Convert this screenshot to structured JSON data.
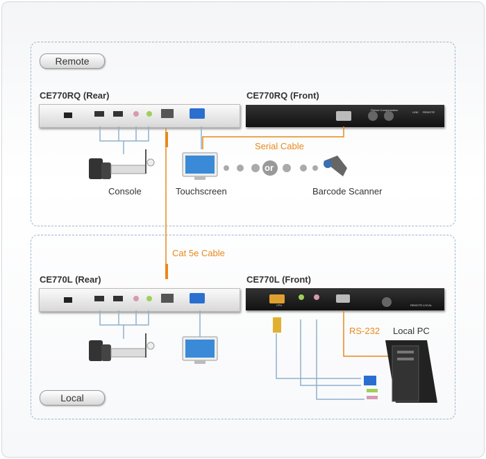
{
  "remote": {
    "zone_label": "Remote",
    "rear_title": "CE770RQ (Rear)",
    "front_title": "CE770RQ (Front)",
    "serial_cable": "Serial Cable",
    "console": "Console",
    "touchscreen": "Touchscreen",
    "or": "or",
    "barcode_scanner": "Barcode Scanner",
    "front_ports": {
      "picture": "Picture Compensation",
      "link": "LINK",
      "remote": "REMOTE"
    }
  },
  "cable": {
    "cat5e": "Cat 5e Cable"
  },
  "local": {
    "zone_label": "Local",
    "rear_title": "CE770L (Rear)",
    "front_title": "CE770L (Front)",
    "rs232": "RS-232",
    "local_pc": "Local PC",
    "front_ports": {
      "cpu": "CPU",
      "remote": "REMOTE",
      "local": "LOCAL"
    }
  },
  "colors": {
    "accent": "#e8891c",
    "line": "#8fb0cc"
  }
}
